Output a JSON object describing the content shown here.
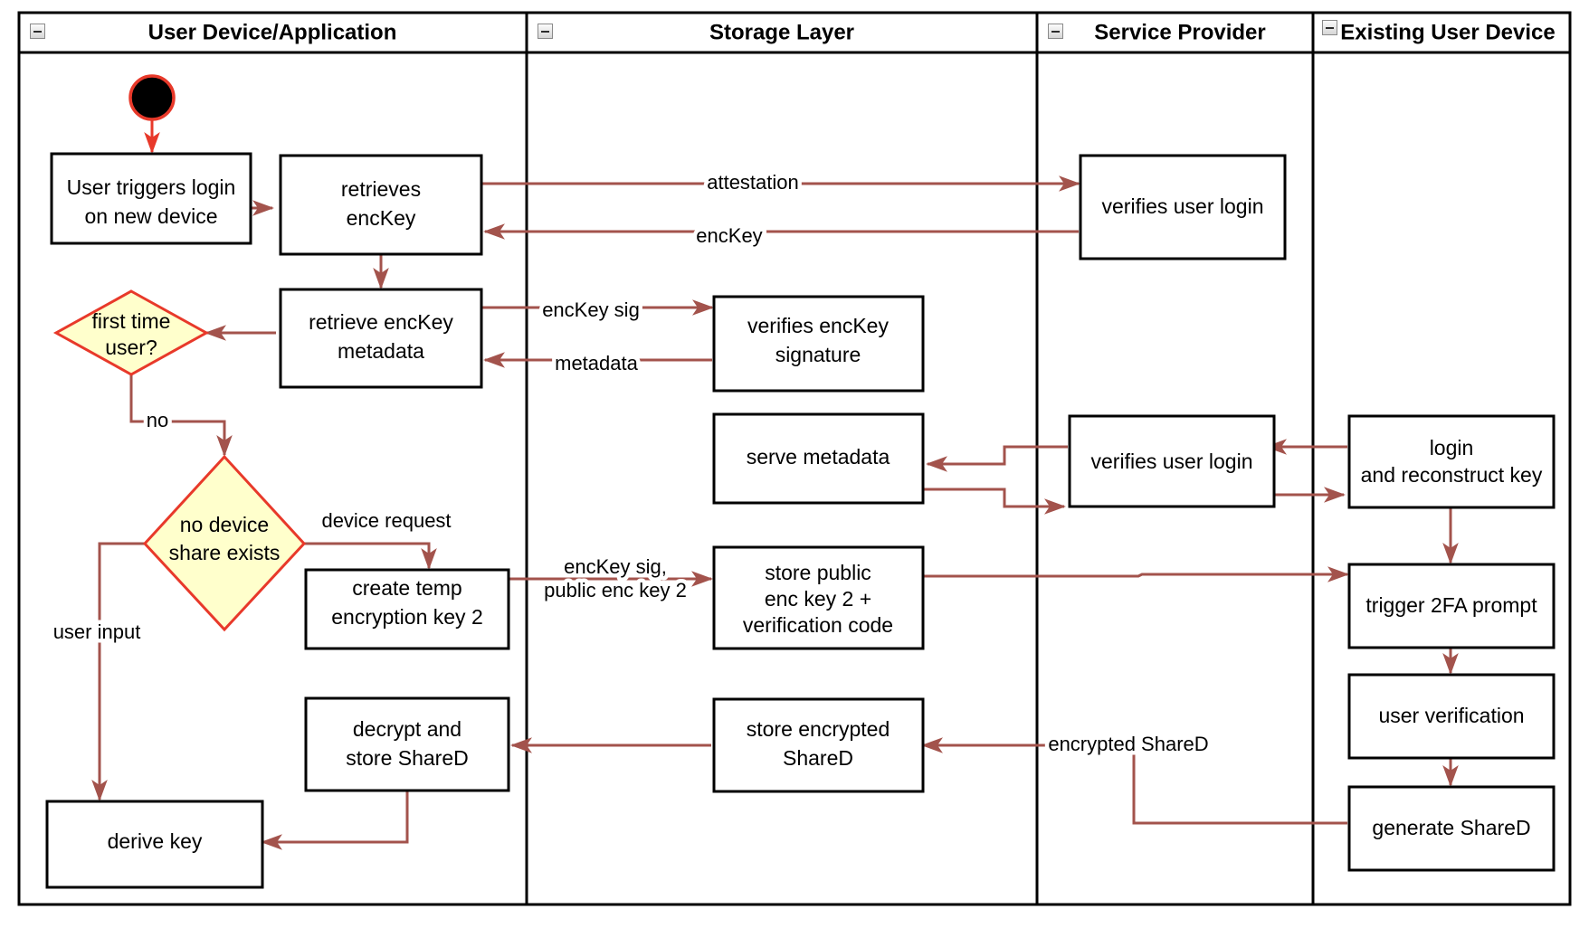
{
  "diagram": {
    "type": "uml-activity-swimlane",
    "title": "Key recovery / device onboarding activity diagram",
    "colors": {
      "arrow": "#a3534c",
      "decision_fill": "#ffffcc",
      "decision_stroke": "#e8392a",
      "node_stroke": "#000000",
      "node_fill": "#ffffff",
      "lane_stroke": "#000000",
      "start_fill": "#000000"
    }
  },
  "lanes": [
    {
      "id": "lane-user-device",
      "label": "User Device/Application",
      "collapse_icon": "minus-square-icon"
    },
    {
      "id": "lane-storage-layer",
      "label": "Storage Layer",
      "collapse_icon": "minus-square-icon"
    },
    {
      "id": "lane-service-provider",
      "label": "Service Provider",
      "collapse_icon": "minus-square-icon"
    },
    {
      "id": "lane-existing-user-device",
      "label": "Existing User Device",
      "collapse_icon": "minus-square-icon"
    }
  ],
  "nodes": [
    {
      "id": "start",
      "shape": "initial-node",
      "label": "",
      "lane": "lane-user-device"
    },
    {
      "id": "n-user-triggers-login",
      "shape": "action",
      "lane": "lane-user-device",
      "line1": "User triggers login",
      "line2": "on new device"
    },
    {
      "id": "n-retrieves-enckey",
      "shape": "action",
      "lane": "lane-user-device",
      "line1": "retrieves",
      "line2": "encKey"
    },
    {
      "id": "n-retrieve-enckey-metadata",
      "shape": "action",
      "lane": "lane-user-device",
      "line1": "retrieve encKey",
      "line2": "metadata"
    },
    {
      "id": "n-first-time-user",
      "shape": "decision",
      "lane": "lane-user-device",
      "line1": "first time",
      "line2": "user?"
    },
    {
      "id": "n-no-device-share-exists",
      "shape": "decision",
      "lane": "lane-user-device",
      "line1": "no device",
      "line2": "share exists"
    },
    {
      "id": "n-create-temp-encryption-key-2",
      "shape": "action",
      "lane": "lane-user-device",
      "line1": "create temp",
      "line2": "encryption key 2"
    },
    {
      "id": "n-decrypt-and-store-shared",
      "shape": "action",
      "lane": "lane-user-device",
      "line1": "decrypt and",
      "line2": "store ShareD"
    },
    {
      "id": "n-derive-key",
      "shape": "action",
      "lane": "lane-user-device",
      "line1": "derive key",
      "line2": ""
    },
    {
      "id": "n-verifies-enckey-signature",
      "shape": "action",
      "lane": "lane-storage-layer",
      "line1": "verifies encKey",
      "line2": "signature"
    },
    {
      "id": "n-serve-metadata",
      "shape": "action",
      "lane": "lane-storage-layer",
      "line1": "serve metadata",
      "line2": ""
    },
    {
      "id": "n-store-public-enc-key-2",
      "shape": "action",
      "lane": "lane-storage-layer",
      "line1": "store public",
      "line2": "enc key 2 +",
      "line3": "verification code"
    },
    {
      "id": "n-store-encrypted-shared",
      "shape": "action",
      "lane": "lane-storage-layer",
      "line1": "store encrypted",
      "line2": "ShareD"
    },
    {
      "id": "n-verifies-user-login-1",
      "shape": "action",
      "lane": "lane-service-provider",
      "line1": "verifies user login",
      "line2": ""
    },
    {
      "id": "n-verifies-user-login-2",
      "shape": "action",
      "lane": "lane-service-provider",
      "line1": "verifies user login",
      "line2": ""
    },
    {
      "id": "n-login-and-reconstruct-key",
      "shape": "action",
      "lane": "lane-existing-user-device",
      "line1": "login",
      "line2": "and reconstruct key"
    },
    {
      "id": "n-trigger-2fa-prompt",
      "shape": "action",
      "lane": "lane-existing-user-device",
      "line1": "trigger 2FA prompt",
      "line2": ""
    },
    {
      "id": "n-user-verification",
      "shape": "action",
      "lane": "lane-existing-user-device",
      "line1": "user verification",
      "line2": ""
    },
    {
      "id": "n-generate-shared",
      "shape": "action",
      "lane": "lane-existing-user-device",
      "line1": "generate ShareD",
      "line2": ""
    }
  ],
  "edges": [
    {
      "id": "e-start-to-login",
      "from": "start",
      "to": "n-user-triggers-login",
      "label": ""
    },
    {
      "id": "e-login-to-retrieves",
      "from": "n-user-triggers-login",
      "to": "n-retrieves-enckey",
      "label": ""
    },
    {
      "id": "e-retrieves-to-sp",
      "from": "n-retrieves-enckey",
      "to": "n-verifies-user-login-1",
      "label": "attestation"
    },
    {
      "id": "e-sp-to-retrieves",
      "from": "n-verifies-user-login-1",
      "to": "n-retrieves-enckey",
      "label": "encKey"
    },
    {
      "id": "e-retrieves-to-metadata",
      "from": "n-retrieves-enckey",
      "to": "n-retrieve-enckey-metadata",
      "label": ""
    },
    {
      "id": "e-metadata-to-verifies-sig",
      "from": "n-retrieve-enckey-metadata",
      "to": "n-verifies-enckey-signature",
      "label": "encKey sig"
    },
    {
      "id": "e-verifies-sig-to-metadata",
      "from": "n-verifies-enckey-signature",
      "to": "n-retrieve-enckey-metadata",
      "label": "metadata"
    },
    {
      "id": "e-metadata-to-firsttime",
      "from": "n-retrieve-enckey-metadata",
      "to": "n-first-time-user",
      "label": ""
    },
    {
      "id": "e-firsttime-no",
      "from": "n-first-time-user",
      "to": "n-no-device-share-exists",
      "label": "no"
    },
    {
      "id": "e-noshare-device-request",
      "from": "n-no-device-share-exists",
      "to": "n-create-temp-encryption-key-2",
      "label": "device request"
    },
    {
      "id": "e-noshare-user-input",
      "from": "n-no-device-share-exists",
      "to": "n-derive-key",
      "label": "user input"
    },
    {
      "id": "e-temp-to-storepublic",
      "from": "n-create-temp-encryption-key-2",
      "to": "n-store-public-enc-key-2",
      "label": "encKey sig, public enc key 2"
    },
    {
      "id": "e-sp2-to-serve-metadata",
      "from": "n-verifies-user-login-2",
      "to": "n-serve-metadata",
      "label": ""
    },
    {
      "id": "e-serve-metadata-to-sp2",
      "from": "n-serve-metadata",
      "to": "n-verifies-user-login-2",
      "label": ""
    },
    {
      "id": "e-existing-to-sp2",
      "from": "n-login-and-reconstruct-key",
      "to": "n-verifies-user-login-2",
      "label": ""
    },
    {
      "id": "e-sp2-to-existing",
      "from": "n-verifies-user-login-2",
      "to": "n-login-and-reconstruct-key",
      "label": ""
    },
    {
      "id": "e-login-to-trigger2fa",
      "from": "n-login-and-reconstruct-key",
      "to": "n-trigger-2fa-prompt",
      "label": ""
    },
    {
      "id": "e-storepublic-to-trigger2fa",
      "from": "n-store-public-enc-key-2",
      "to": "n-trigger-2fa-prompt",
      "label": ""
    },
    {
      "id": "e-trigger2fa-to-userverif",
      "from": "n-trigger-2fa-prompt",
      "to": "n-user-verification",
      "label": ""
    },
    {
      "id": "e-userverif-to-generate",
      "from": "n-user-verification",
      "to": "n-generate-shared",
      "label": ""
    },
    {
      "id": "e-generate-to-store-encrypted",
      "from": "n-generate-shared",
      "to": "n-store-encrypted-shared",
      "label": "encrypted ShareD"
    },
    {
      "id": "e-store-encrypted-to-decrypt",
      "from": "n-store-encrypted-shared",
      "to": "n-decrypt-and-store-shared",
      "label": ""
    },
    {
      "id": "e-decrypt-to-derive",
      "from": "n-decrypt-and-store-shared",
      "to": "n-derive-key",
      "label": ""
    }
  ],
  "edge_labels": {
    "attestation": "attestation",
    "encKey": "encKey",
    "encKey_sig": "encKey sig",
    "metadata": "metadata",
    "no": "no",
    "device_request": "device request",
    "user_input": "user input",
    "enckey_sig_pub2_line1": "encKey sig,",
    "enckey_sig_pub2_line2": "public enc key 2",
    "encrypted_shared": "encrypted ShareD"
  }
}
